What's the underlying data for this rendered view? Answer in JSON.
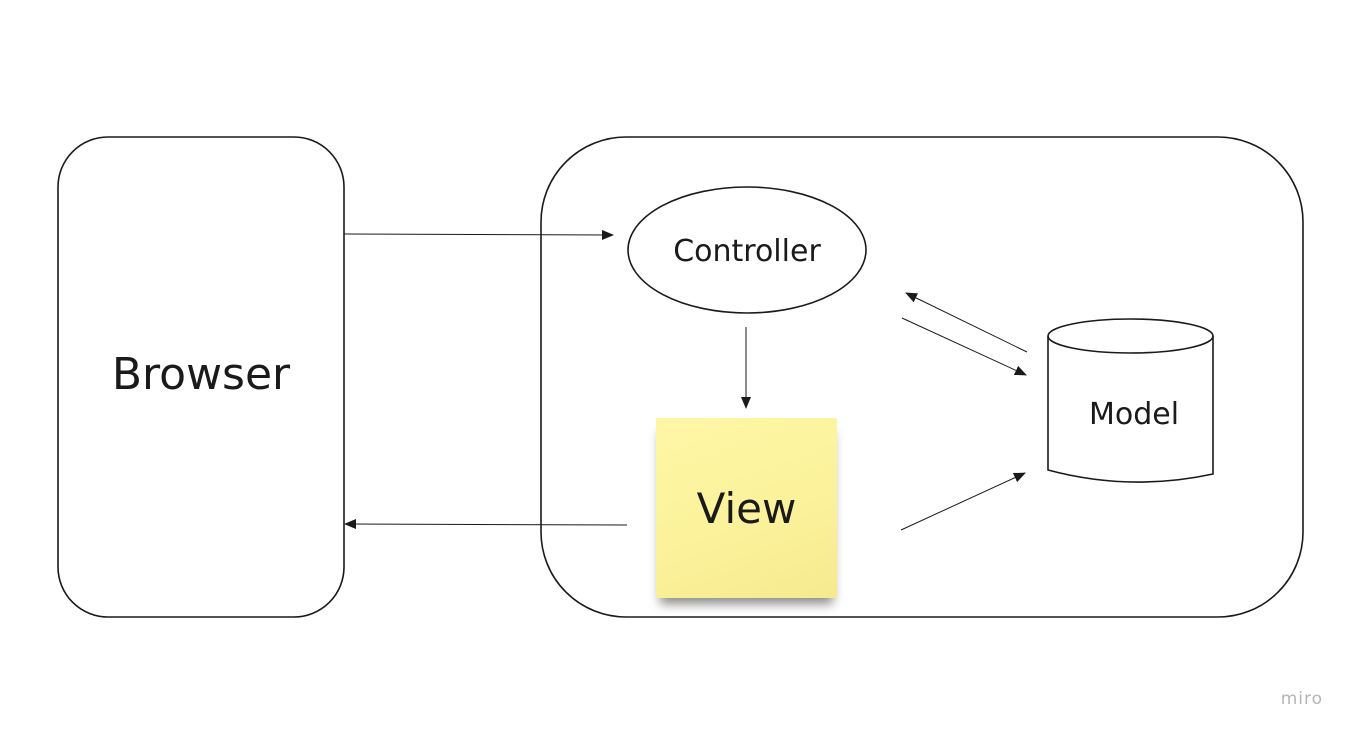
{
  "diagram": {
    "nodes": {
      "browser": {
        "label": "Browser"
      },
      "controller": {
        "label": "Controller"
      },
      "view": {
        "label": "View"
      },
      "model": {
        "label": "Model"
      }
    },
    "edges": [
      {
        "from": "browser",
        "to": "controller"
      },
      {
        "from": "controller",
        "to": "view"
      },
      {
        "from": "controller",
        "to": "model"
      },
      {
        "from": "model",
        "to": "controller"
      },
      {
        "from": "view",
        "to": "model"
      },
      {
        "from": "view",
        "to": "browser"
      }
    ],
    "colors": {
      "stroke": "#1a1a1a",
      "sticky_note": "#fbf19a",
      "brand_text": "#b5b5b5"
    }
  },
  "watermark": {
    "text": "miro"
  }
}
